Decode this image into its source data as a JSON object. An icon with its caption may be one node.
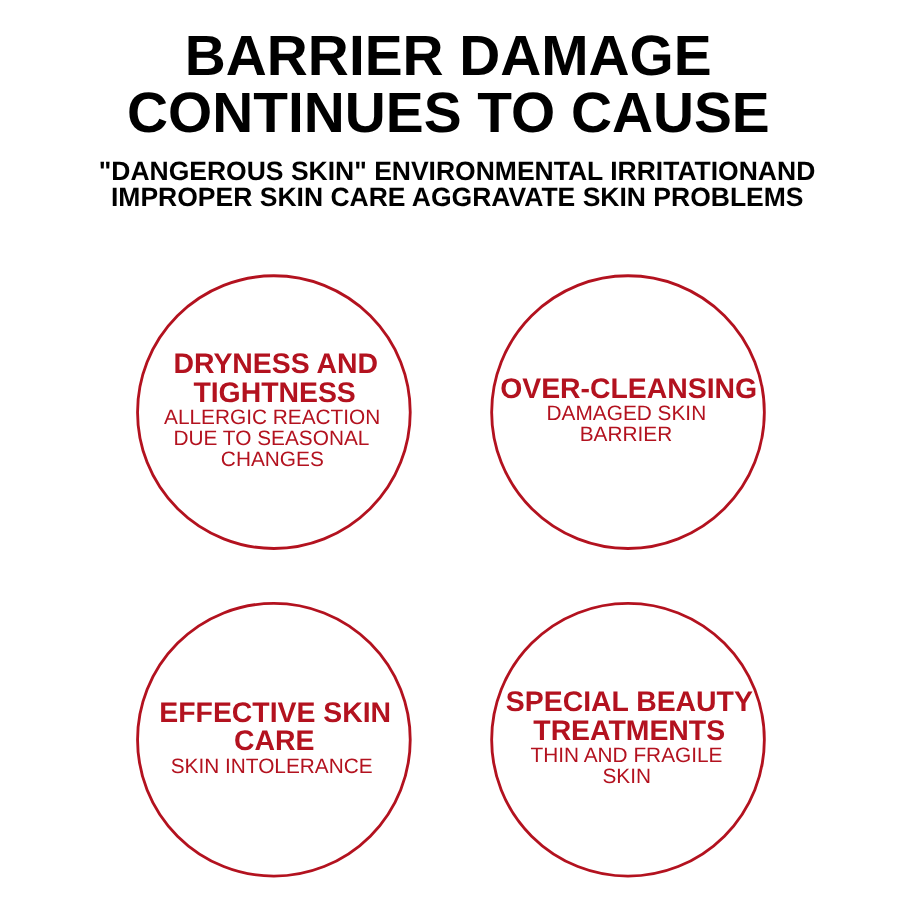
{
  "diagram": {
    "title": "BARRIER DAMAGE CONTINUES TO CAUSE",
    "nodes": [
      {
        "text": [
          "DRYNESS AND TIGHTNESS",
          "ALLERGIC REACTION DUE TO SEASONAL CHANGES"
        ]
      },
      {
        "text": [
          "OVER-CLEANSING",
          "DAMAGED SKIN BARRIER"
        ]
      },
      {
        "text": [
          "EFFECTIVE SKIN CARE",
          "SKIN INTOLERANCE"
        ]
      },
      {
        "text": [
          "SPECIAL BEAUTY TREATMENTS",
          "THIN AND FRAGILE SKIN"
        ]
      }
    ],
    "edges": [],
    "labels": [
      "\"DANGEROUS SKIN\" ENVIRONMENTAL IRRITATIONAND IMPROPER SKIN CARE AGGRAVATE SKIN PROBLEMS"
    ]
  }
}
